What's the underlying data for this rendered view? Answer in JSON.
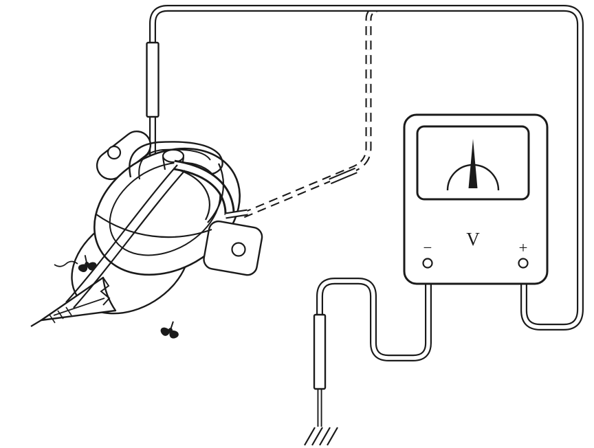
{
  "meter": {
    "v_label": "V",
    "minus_label": "−",
    "plus_label": "+"
  },
  "icons": {
    "ground_symbol": "earth-ground hatch marks",
    "meter_needle": "black pointer triangle",
    "probe_connector": "insulated inline connector sleeve"
  },
  "colors": {
    "line": "#1a1a1a",
    "background": "#ffffff"
  }
}
